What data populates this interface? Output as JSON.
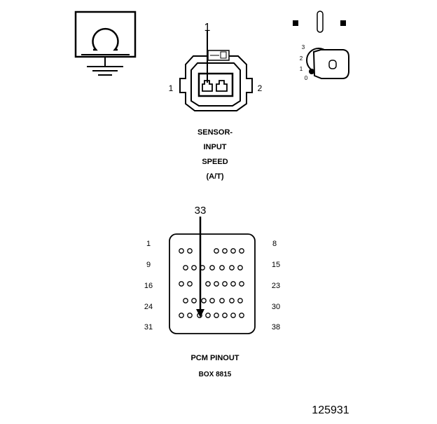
{
  "sensor_connector": {
    "callout": "1",
    "left_pin": "1",
    "right_pin": "2",
    "caption_lines": [
      "SENSOR-",
      "INPUT",
      "SPEED",
      "(A/T)"
    ]
  },
  "key_switch": {
    "positions": [
      "3",
      "2",
      "1",
      "0"
    ]
  },
  "pcm_connector": {
    "callout": "33",
    "left_labels": [
      "1",
      "9",
      "16",
      "24",
      "31"
    ],
    "right_labels": [
      "8",
      "15",
      "23",
      "30",
      "38"
    ],
    "caption_lines": [
      "PCM PINOUT",
      "BOX 8815"
    ]
  },
  "figure_id": "125931"
}
